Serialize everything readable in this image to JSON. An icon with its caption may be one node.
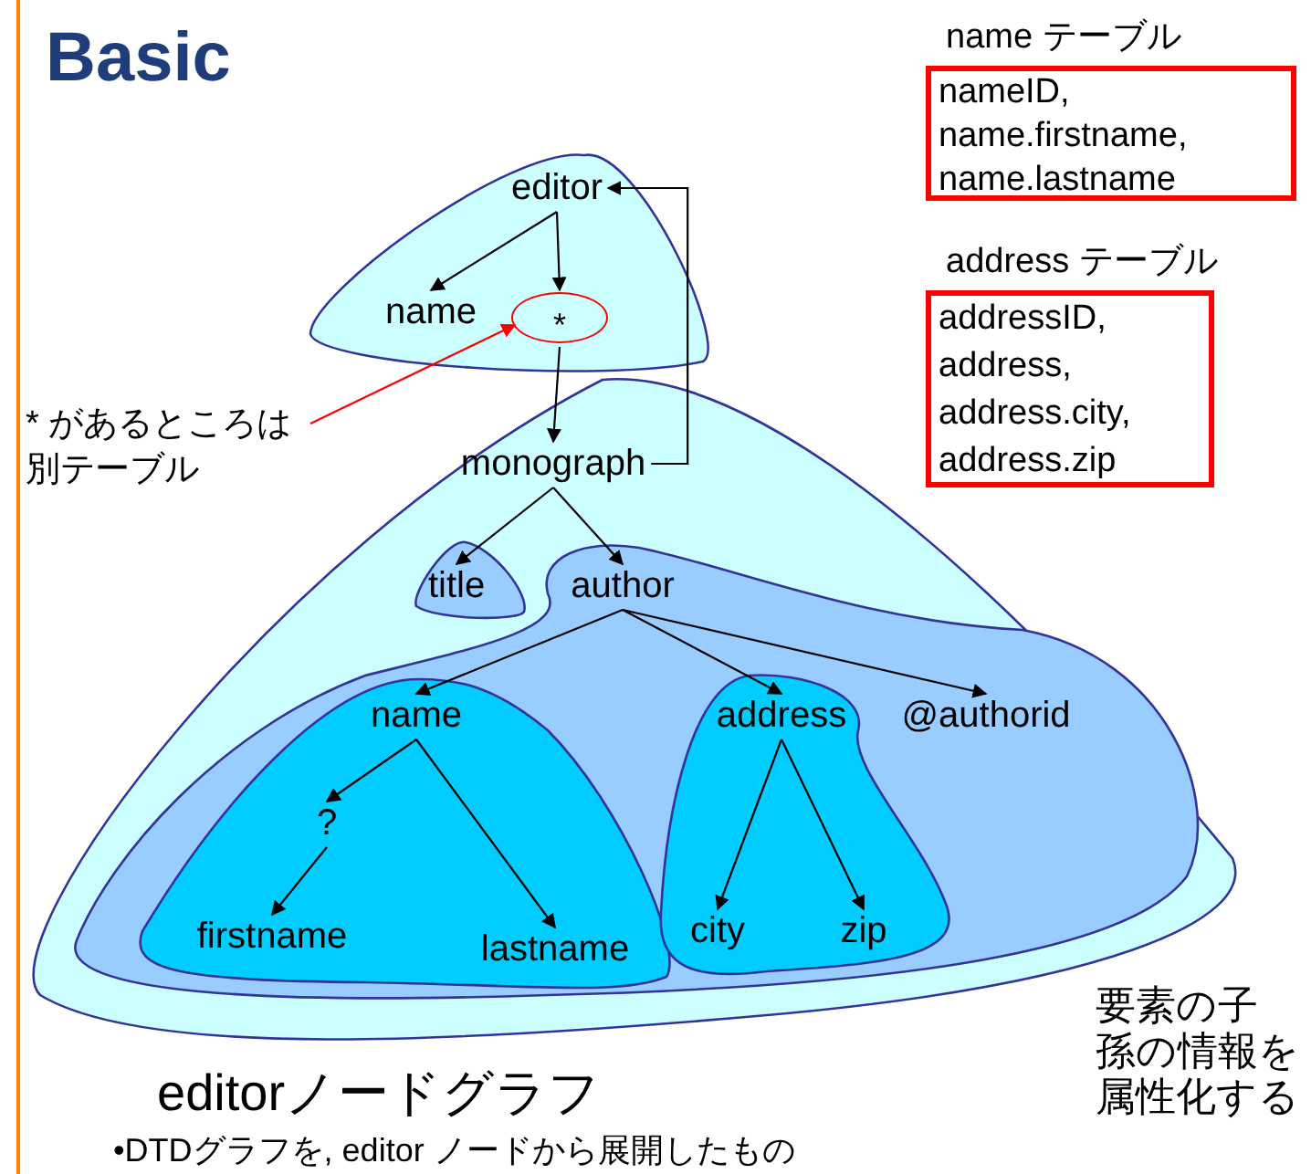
{
  "diagram": {
    "title": "Basic",
    "caption": "editorノードグラフ",
    "nodes": [
      {
        "text": [],
        "shape": "blob"
      },
      {
        "text": [
          "editor"
        ],
        "in": 0
      },
      {
        "text": [
          "name"
        ],
        "in": 0
      },
      {
        "text": [
          "*"
        ],
        "in": 0
      },
      {
        "text": [],
        "shape": "blob"
      },
      {
        "text": [
          "monograph"
        ],
        "in": 4
      },
      {
        "text": [],
        "shape": "blob",
        "in": 4
      },
      {
        "text": [
          "title"
        ],
        "in": 6
      },
      {
        "text": [],
        "shape": "blob",
        "in": 4
      },
      {
        "text": [
          "author"
        ],
        "in": 8
      },
      {
        "text": [],
        "shape": "blob",
        "in": 8
      },
      {
        "text": [
          "name"
        ],
        "in": 10
      },
      {
        "text": [
          "?"
        ],
        "in": 10
      },
      {
        "text": [
          "firstname"
        ],
        "in": 10
      },
      {
        "text": [
          "lastname"
        ],
        "in": 10
      },
      {
        "text": [],
        "shape": "blob",
        "in": 8
      },
      {
        "text": [
          "address"
        ],
        "in": 15
      },
      {
        "text": [
          "city"
        ],
        "in": 15
      },
      {
        "text": [
          "zip"
        ],
        "in": 15
      },
      {
        "text": [
          "@authorid"
        ],
        "in": 8
      },
      {
        "text": [
          "* があるところは別テーブル"
        ]
      },
      {
        "text": [
          "name テーブル",
          "nameID, name.firstname, name.lastname"
        ]
      },
      {
        "text": [
          "address テーブル",
          "addressID, address, address.city, address.zip"
        ]
      }
    ],
    "edges": [
      {
        "from": 1,
        "to": 2,
        "arrow": "to"
      },
      {
        "from": 1,
        "to": 3,
        "arrow": "to"
      },
      {
        "from": 3,
        "to": 5,
        "arrow": "to"
      },
      {
        "from": 5,
        "to": 1,
        "arrow": "to"
      },
      {
        "from": 5,
        "to": 7,
        "arrow": "to"
      },
      {
        "from": 5,
        "to": 9,
        "arrow": "to"
      },
      {
        "from": 9,
        "to": 11,
        "arrow": "to"
      },
      {
        "from": 9,
        "to": 16,
        "arrow": "to"
      },
      {
        "from": 9,
        "to": 19,
        "arrow": "to"
      },
      {
        "from": 11,
        "to": 12,
        "arrow": "to"
      },
      {
        "from": 11,
        "to": 14,
        "arrow": "to"
      },
      {
        "from": 12,
        "to": 13,
        "arrow": "to"
      },
      {
        "from": 16,
        "to": 17,
        "arrow": "to"
      },
      {
        "from": 16,
        "to": 18,
        "arrow": "to"
      },
      {
        "from": 20,
        "to": 3,
        "arrow": "to",
        "color": "#ff0000"
      }
    ],
    "labels": [
      "•DTDグラフを, editor ノードから展開したもの",
      "要素の子孫の情報を属性化する"
    ]
  }
}
